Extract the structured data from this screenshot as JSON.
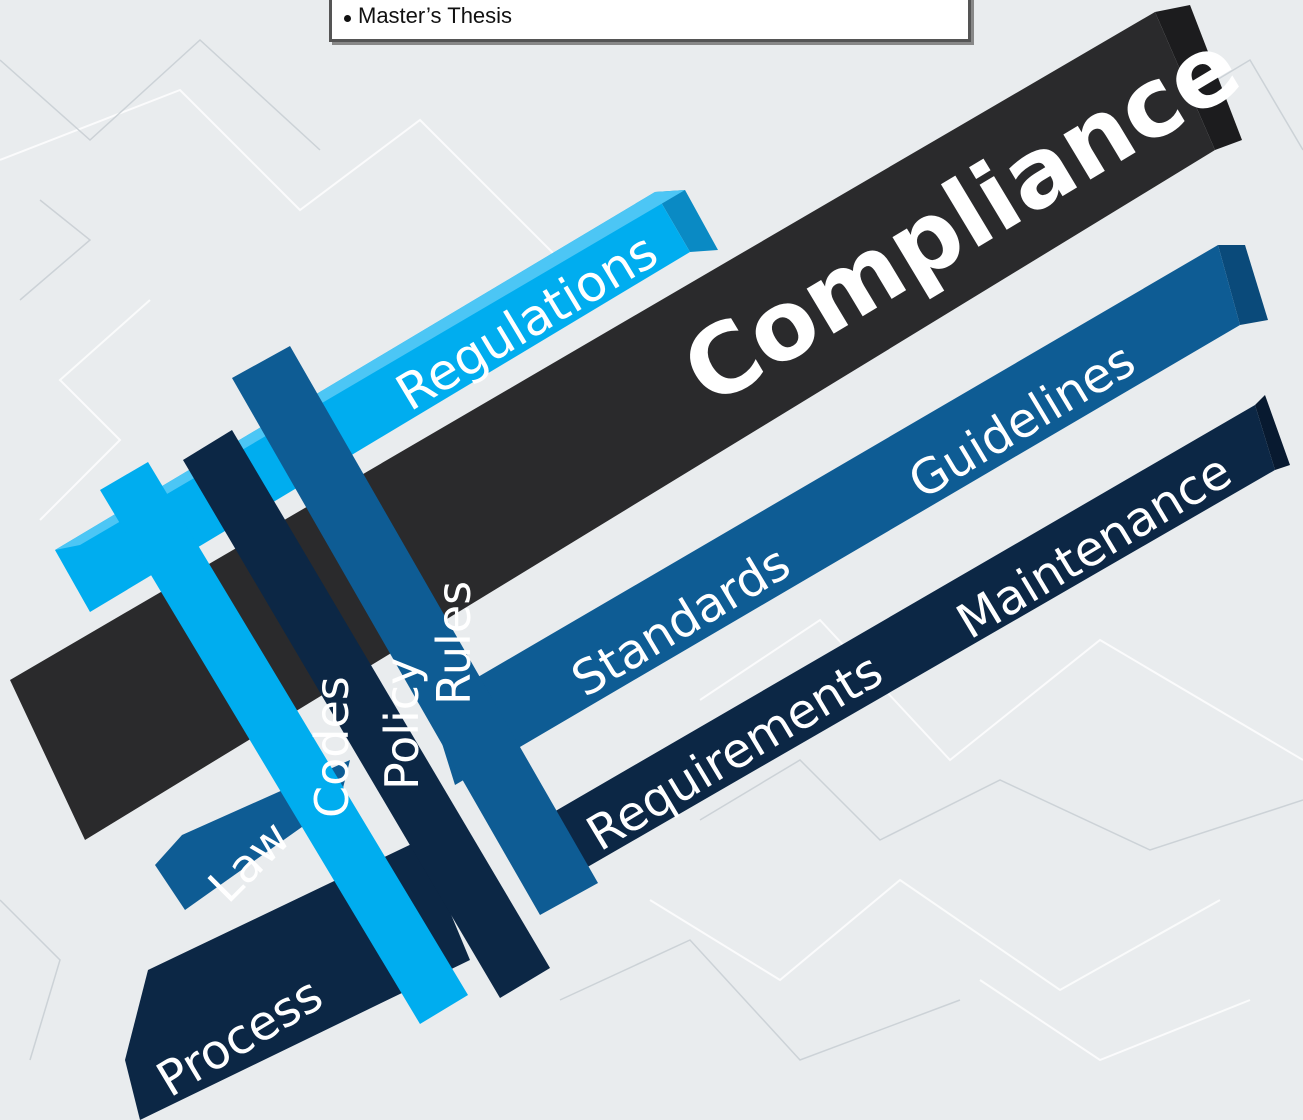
{
  "note": {
    "items": [
      "Master’s Thesis"
    ]
  },
  "words": {
    "compliance": "Compliance",
    "regulations": "Regulations",
    "guidelines": "Guidelines",
    "standards": "Standards",
    "maintenance": "Maintenance",
    "requirements": "Requirements",
    "rules": "Rules",
    "policy": "Policy",
    "codes": "Codes",
    "law": "Law",
    "process": "Process"
  },
  "colors": {
    "light_blue": "#00adef",
    "mid_blue": "#0e5c94",
    "navy": "#0c2745",
    "dark": "#2a2a2c",
    "paper": "#eceef0"
  }
}
